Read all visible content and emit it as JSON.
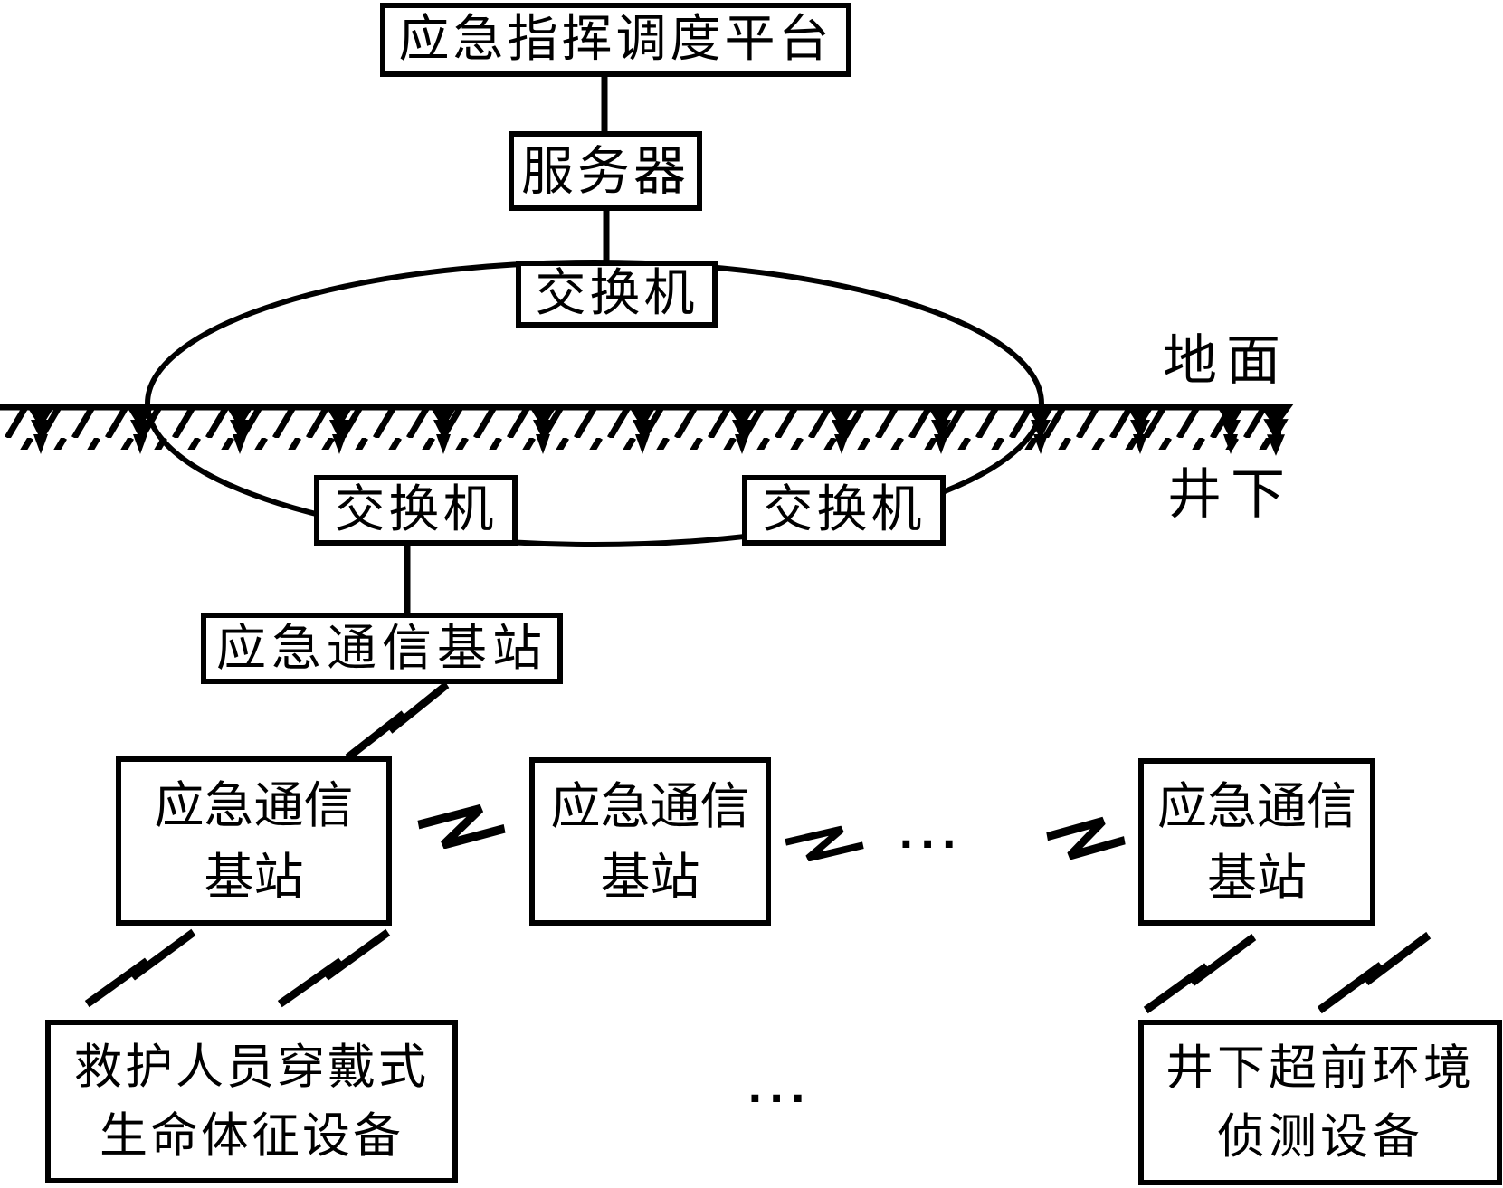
{
  "nodes": {
    "platform": {
      "label": "应急指挥调度平台"
    },
    "server": {
      "label": "服务器"
    },
    "surface_switch": {
      "label": "交换机"
    },
    "underground_switch_left": {
      "label": "交换机"
    },
    "underground_switch_right": {
      "label": "交换机"
    },
    "main_base_station": {
      "label": "应急通信基站"
    },
    "base_station_1": {
      "line1": "应急通信",
      "line2": "基站"
    },
    "base_station_2": {
      "line1": "应急通信",
      "line2": "基站"
    },
    "base_station_3": {
      "line1": "应急通信",
      "line2": "基站"
    },
    "wearable_device": {
      "line1": "救护人员穿戴式",
      "line2": "生命体征设备"
    },
    "detection_device": {
      "line1": "井下超前环境",
      "line2": "侦测设备"
    }
  },
  "labels": {
    "surface": "地面",
    "underground": "井下",
    "ellipsis_middle": "...",
    "ellipsis_bottom": "..."
  },
  "colors": {
    "line": "#000000",
    "background": "#ffffff"
  }
}
